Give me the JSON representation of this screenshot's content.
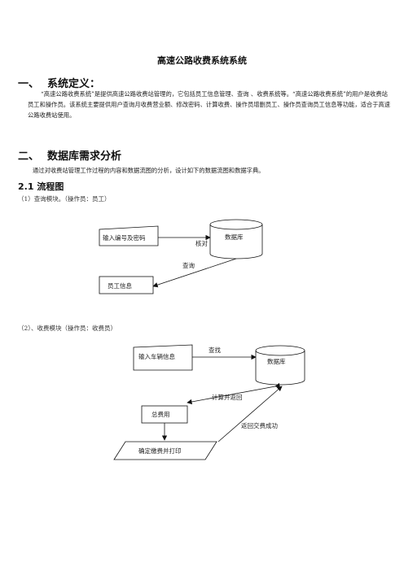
{
  "doc": {
    "title": "高速公路收费系统系统",
    "section1": {
      "num": "一、",
      "heading": "系统定义：",
      "para": "“高速公路收费系统”是提供高速公路收费站管理的，它包括员工信息管理、查询 、收费系统等。“高速公路收费系统”的用户是收费站员工和操作员。该系统主要提供用户查询月收费营业额、修改密码、计算收费、操作员增删员工、操作员查询员工信息等功能，适合于高速公路收费站使用。"
    },
    "section2": {
      "num": "二、",
      "heading": "数据库需求分析",
      "para": "通过对收费站管理工作过程的内容和数据流图的分析，设计如下的数据流图和数据字典。"
    },
    "sub21": {
      "heading": "2.1 流程图"
    },
    "flow1": {
      "caption": "（1）查询模块。（操作员：员工）",
      "input": "输入编号及密码",
      "db": "数据库",
      "verify": "核对",
      "query": "查询",
      "output": "员工信息"
    },
    "flow2": {
      "caption": "（2）、收费模块（操作员：收费员）",
      "input": "输入车辆信息",
      "search": "查找",
      "db": "数据库",
      "calc": "计算并返回",
      "total": "总费用",
      "success": "返回交费成功",
      "confirm": "确定缴费并打印"
    }
  }
}
